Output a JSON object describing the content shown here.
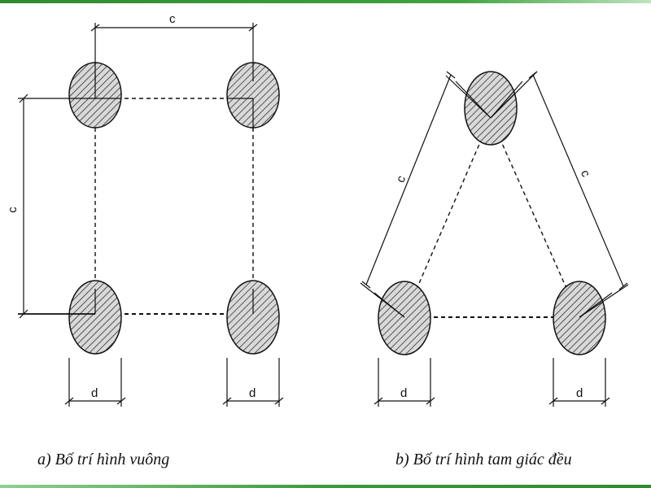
{
  "diagram": {
    "dimension_labels": {
      "spacing": "c",
      "diameter": "d"
    },
    "captions": {
      "square": "a) Bố trí hình vuông",
      "triangle": "b) Bố trí hình tam giác đều"
    },
    "colors": {
      "top_bar": "#2e8b2e",
      "bottom_bar": "#3a9a3a",
      "line": "#111111",
      "hatch": "#333333",
      "circle_fill": "#d9d9d9"
    }
  }
}
